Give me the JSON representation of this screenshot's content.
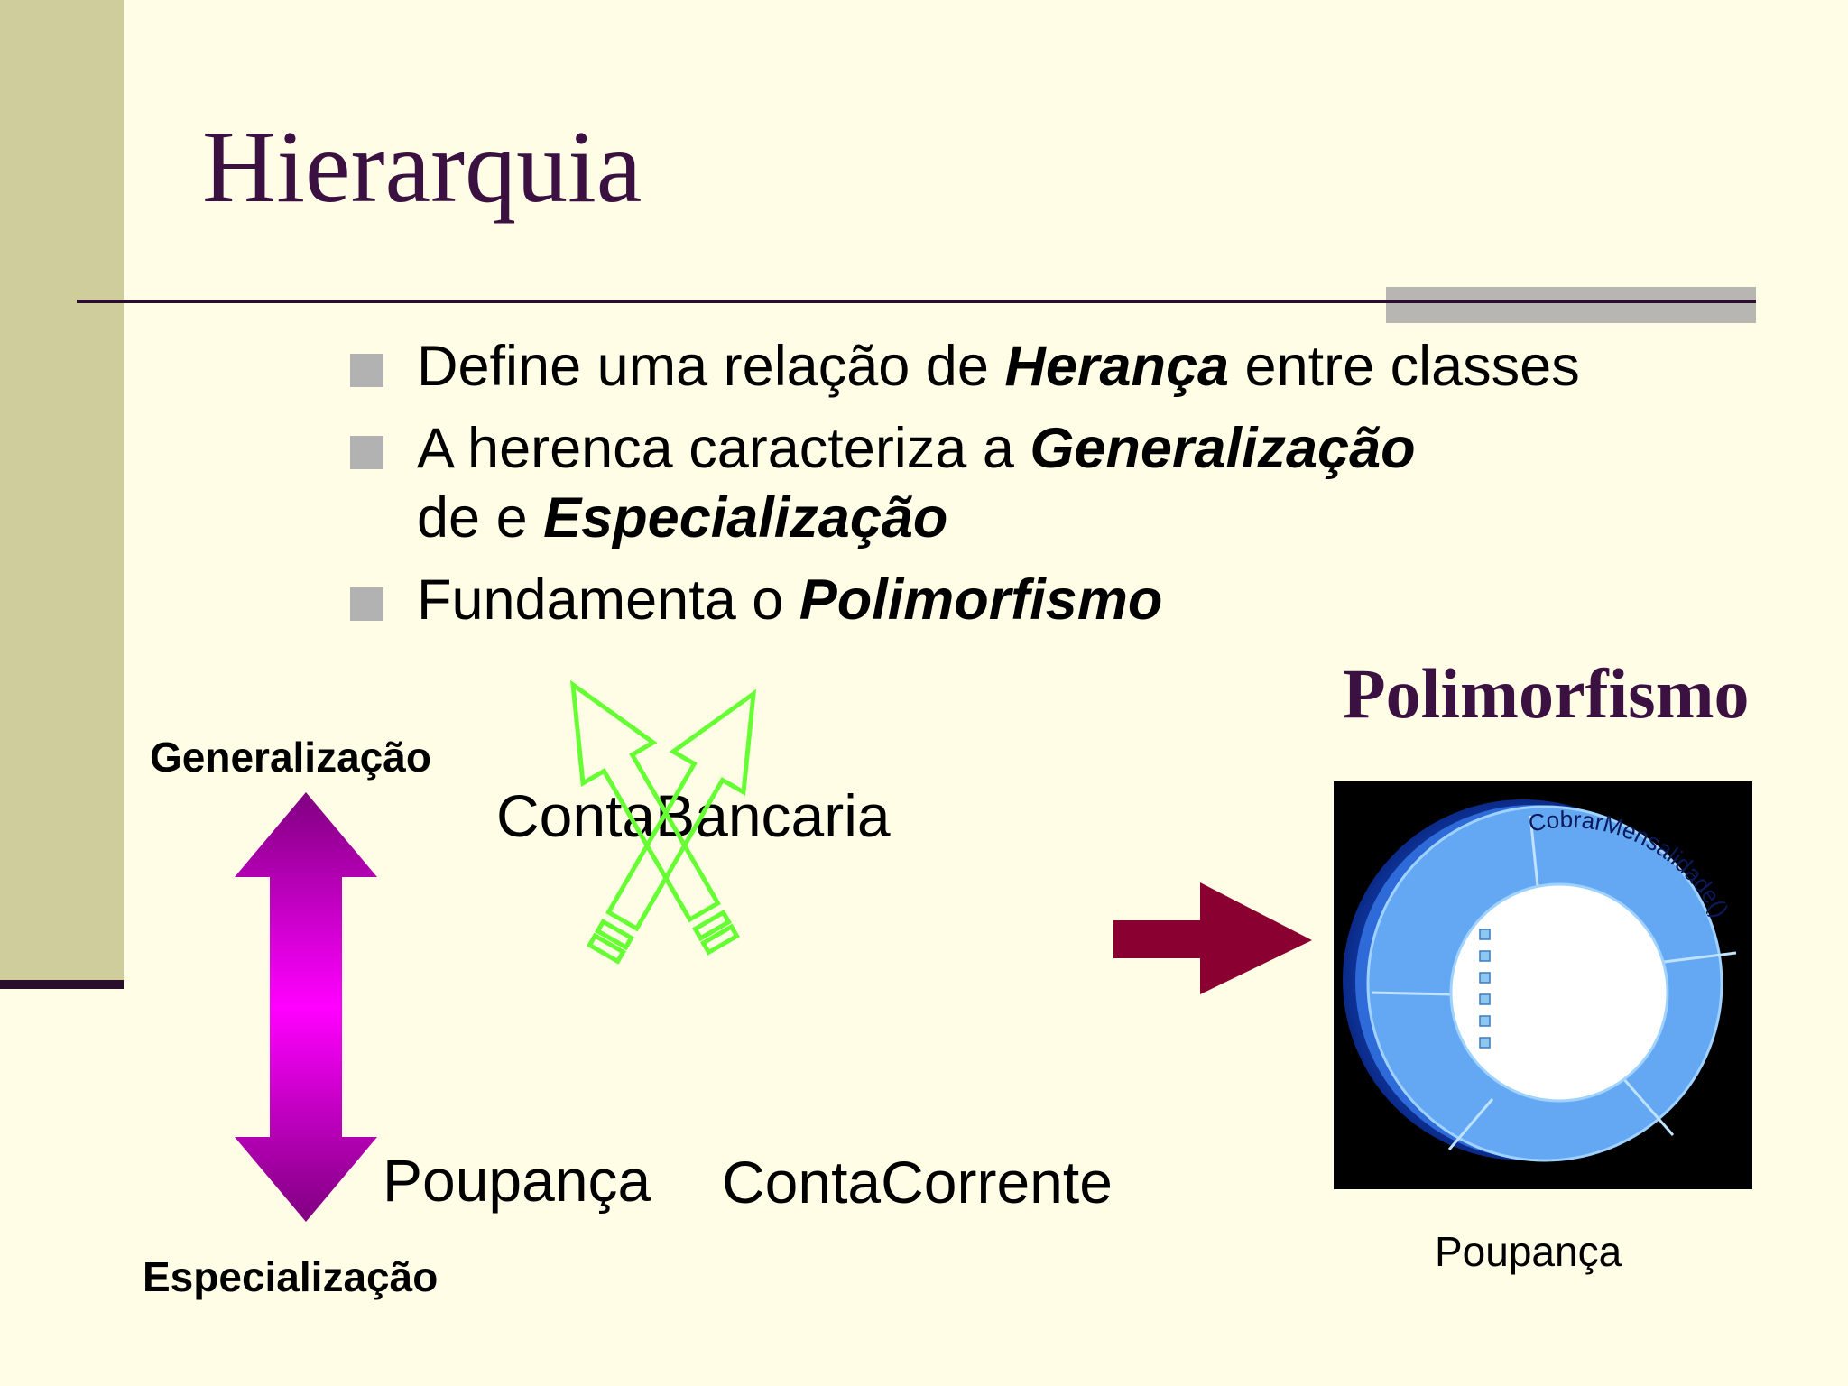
{
  "slide": {
    "title": "Hierarquia",
    "bullets": [
      {
        "before": "Define uma relação de ",
        "emphasis": "Herança",
        "after": " entre classes"
      },
      {
        "before": "A herenca caracteriza a ",
        "emphasis": "Generalização",
        "line2_before": "de e ",
        "line2_emphasis": "Especialização"
      },
      {
        "before": "Fundamenta o ",
        "emphasis": "Polimorfismo"
      }
    ]
  },
  "diagram": {
    "top_label": "Generalização",
    "bottom_label": "Especialização",
    "base_class": "ContaBancaria",
    "child_left": "Poupança",
    "child_right": "ContaCorrente"
  },
  "polymorphism": {
    "title": "Polimorfismo",
    "method_label": "CobrarMensalidade()",
    "caption": "Poupança"
  },
  "colors": {
    "background": "#fffde6",
    "title": "#3a1141",
    "left_band": "#cfcd9c",
    "arrow_gradient_end": "#800080",
    "arrow_gradient_mid": "#ff00ff",
    "inheritance_arrows": "#66ff33",
    "pointer_arrow": "#8a0030",
    "wheel_blue": "#64a8f4"
  },
  "icons": [
    "bullet-square",
    "double-arrow",
    "hollow-arrow",
    "right-arrow",
    "object-wheel"
  ]
}
